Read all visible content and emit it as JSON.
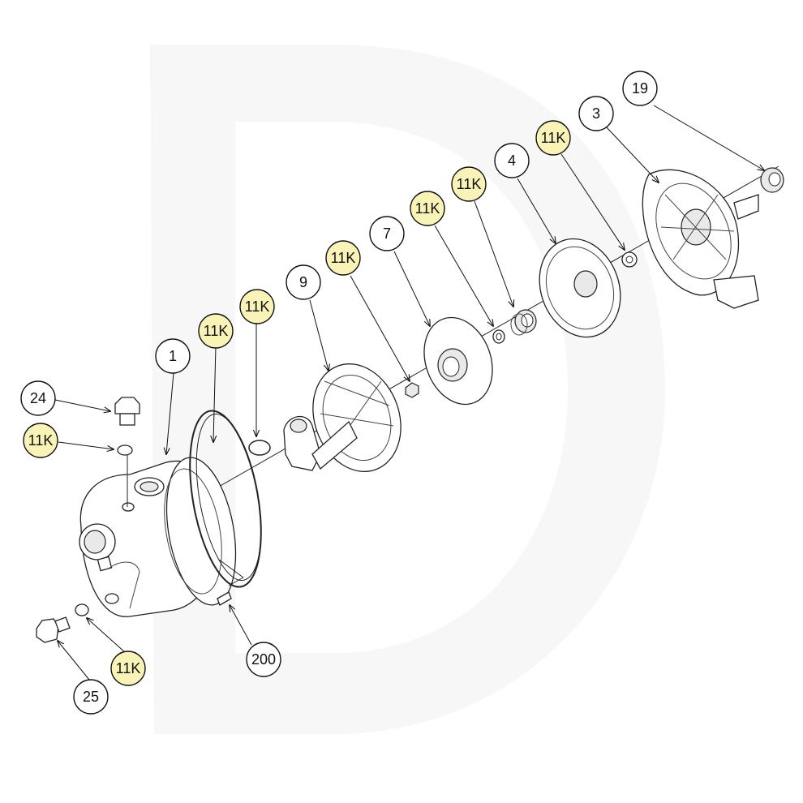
{
  "colors": {
    "kit_highlight": "#faf3b8",
    "bubble_plain": "#ffffff",
    "line": "#111111",
    "watermark": "#f6f6f6"
  },
  "callouts": [
    {
      "id": "c19",
      "label": "19",
      "kit": false
    },
    {
      "id": "c3",
      "label": "3",
      "kit": false
    },
    {
      "id": "c11k_a",
      "label": "11K",
      "kit": true
    },
    {
      "id": "c4",
      "label": "4",
      "kit": false
    },
    {
      "id": "c11k_b",
      "label": "11K",
      "kit": true
    },
    {
      "id": "c11k_c",
      "label": "11K",
      "kit": true
    },
    {
      "id": "c7",
      "label": "7",
      "kit": false
    },
    {
      "id": "c11k_d",
      "label": "11K",
      "kit": true
    },
    {
      "id": "c9",
      "label": "9",
      "kit": false
    },
    {
      "id": "c11k_e",
      "label": "11K",
      "kit": true
    },
    {
      "id": "c11k_f",
      "label": "11K",
      "kit": true
    },
    {
      "id": "c1",
      "label": "1",
      "kit": false
    },
    {
      "id": "c24",
      "label": "24",
      "kit": false
    },
    {
      "id": "c11k_g",
      "label": "11K",
      "kit": true
    },
    {
      "id": "c200",
      "label": "200",
      "kit": false
    },
    {
      "id": "c11k_h",
      "label": "11K",
      "kit": true
    },
    {
      "id": "c25",
      "label": "25",
      "kit": false
    }
  ]
}
